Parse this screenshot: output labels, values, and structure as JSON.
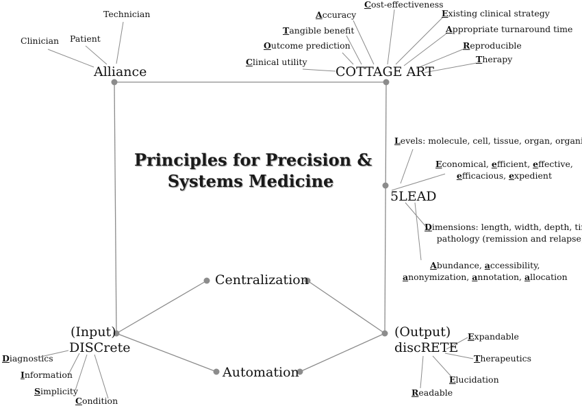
{
  "title_lines": [
    "Principles for Precision &",
    "Systems Medicine"
  ],
  "nodes": {
    "alliance": "Alliance",
    "cottage_art": "COTTAGE ART",
    "fivelead": "5LEAD",
    "centralization": "Centralization",
    "automation": "Automation",
    "input_label": "(Input)",
    "discrete_in": "DISCrete",
    "output_label": "(Output)",
    "discrete_out": "discRETE"
  },
  "alliance_items": [
    "Clinician",
    "Patient",
    "Technician"
  ],
  "cottage_art_items": [
    {
      "initial": "C",
      "rest": "linical utility"
    },
    {
      "initial": "O",
      "rest": "utcome prediction"
    },
    {
      "initial": "T",
      "rest": "angible benefit"
    },
    {
      "initial": "A",
      "rest": "ccuracy"
    },
    {
      "initial": "C",
      "rest": "ost-effectiveness"
    },
    {
      "initial": "E",
      "rest": "xisting clinical strategy"
    },
    {
      "initial": "A",
      "rest": "ppropriate turnaround time"
    },
    {
      "initial": "R",
      "rest": "eproducible"
    },
    {
      "initial": "T",
      "rest": "herapy"
    }
  ],
  "fivelead_items": {
    "levels": {
      "initial": "L",
      "rest": "evels: molecule, cell, tissue, organ, organism"
    },
    "economical": {
      "line1": [
        {
          "initial": "E",
          "rest": "conomical, "
        },
        {
          "initial": "e",
          "rest": "fficient, "
        },
        {
          "initial": "e",
          "rest": "ffective,"
        }
      ],
      "line2": [
        {
          "initial": "e",
          "rest": "fficacious, "
        },
        {
          "initial": "e",
          "rest": "xpedient"
        }
      ]
    },
    "dimensions": {
      "initial": "D",
      "rest": "imensions: length, width, depth, time,",
      "line2": "pathology (remission and relapse)"
    },
    "abundance": {
      "line1": [
        {
          "initial": "A",
          "rest": "bundance, "
        },
        {
          "initial": "a",
          "rest": "ccessibility,"
        }
      ],
      "line2": [
        {
          "initial": "a",
          "rest": "nonymization, "
        },
        {
          "initial": "a",
          "rest": "nnotation, "
        },
        {
          "initial": "a",
          "rest": "llocation"
        }
      ]
    }
  },
  "discrete_in_items": [
    {
      "initial": "D",
      "rest": "iagnostics"
    },
    {
      "initial": "I",
      "rest": "nformation"
    },
    {
      "initial": "S",
      "rest": "implicity"
    },
    {
      "initial": "C",
      "rest": "ondition"
    }
  ],
  "discrete_out_items": [
    {
      "initial": "E",
      "rest": "xpandable"
    },
    {
      "initial": "T",
      "rest": "herapeutics"
    },
    {
      "initial": "E",
      "rest": "lucidation"
    },
    {
      "initial": "R",
      "rest": "eadable"
    }
  ],
  "colors": {
    "line": "#8a8a8a",
    "dot": "#8c8c8c",
    "text": "#111111"
  }
}
